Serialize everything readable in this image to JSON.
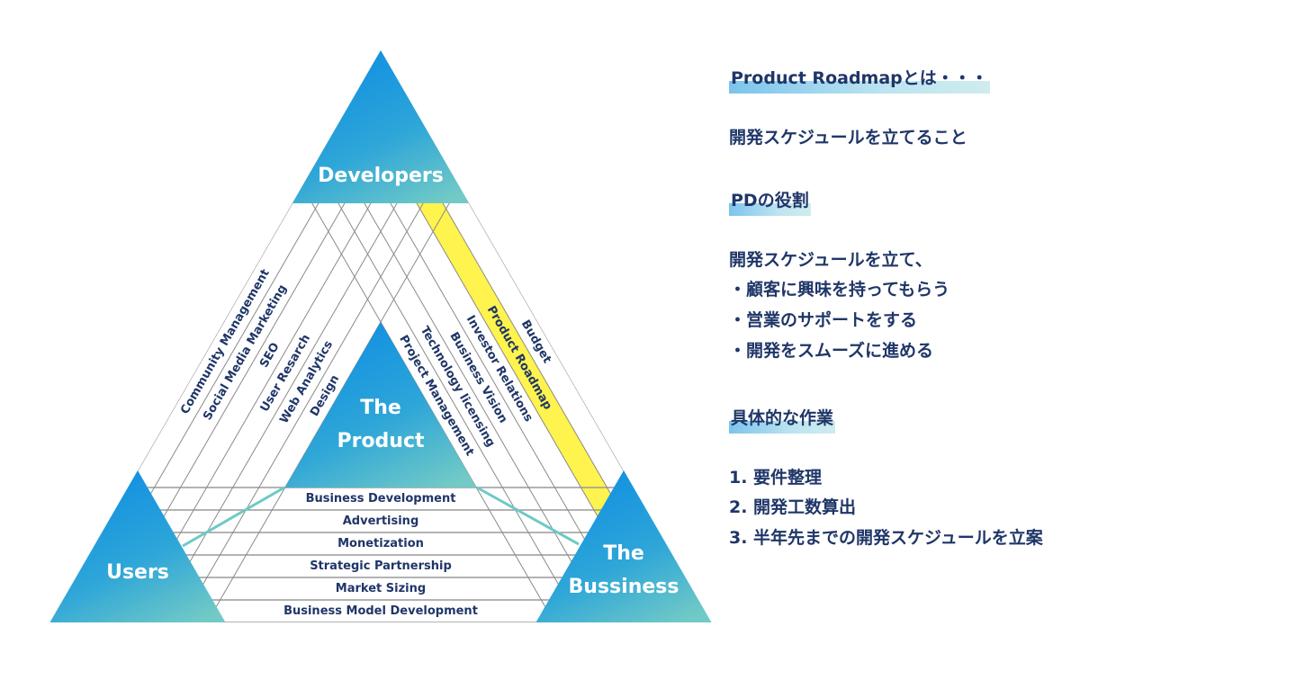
{
  "diagram": {
    "triangles": {
      "developers": [
        "Developers"
      ],
      "product": [
        "The",
        "Product"
      ],
      "users": [
        "Users"
      ],
      "business": [
        "The",
        "Bussiness"
      ]
    },
    "left_bands": [
      "Community Management",
      "Social Media Marketing",
      "SEO",
      "User Resarch",
      "Web Analytics",
      "Design"
    ],
    "right_bands": [
      "Project Management",
      "Technology licensing",
      "Business Vision",
      "Investor Relations",
      "Product Roadmap",
      "Budget"
    ],
    "bottom_bands": [
      "Business Development",
      "Advertising",
      "Monetization",
      "Strategic Partnership",
      "Market Sizing",
      "Business Model Development"
    ],
    "highlighted_band": "Product Roadmap",
    "colors": {
      "gradient_start": "#0f8fe2",
      "gradient_end": "#72cac6",
      "highlight": "#fff34d",
      "label_text": "#1f3668",
      "connector": "#6ccac6"
    }
  },
  "panel": {
    "heading1": "Product Roadmapとは・・・",
    "line1": "開発スケジュールを立てること",
    "heading2": "PDの役割",
    "role_intro": "開発スケジュールを立て、",
    "role_items": [
      "・顧客に興味を持ってもらう",
      "・営業のサポートをする",
      "・開発をスムーズに進める"
    ],
    "heading3": "具体的な作業",
    "tasks": [
      "1.  要件整理",
      "2.  開発工数算出",
      "3.  半年先までの開発スケジュールを立案"
    ]
  }
}
